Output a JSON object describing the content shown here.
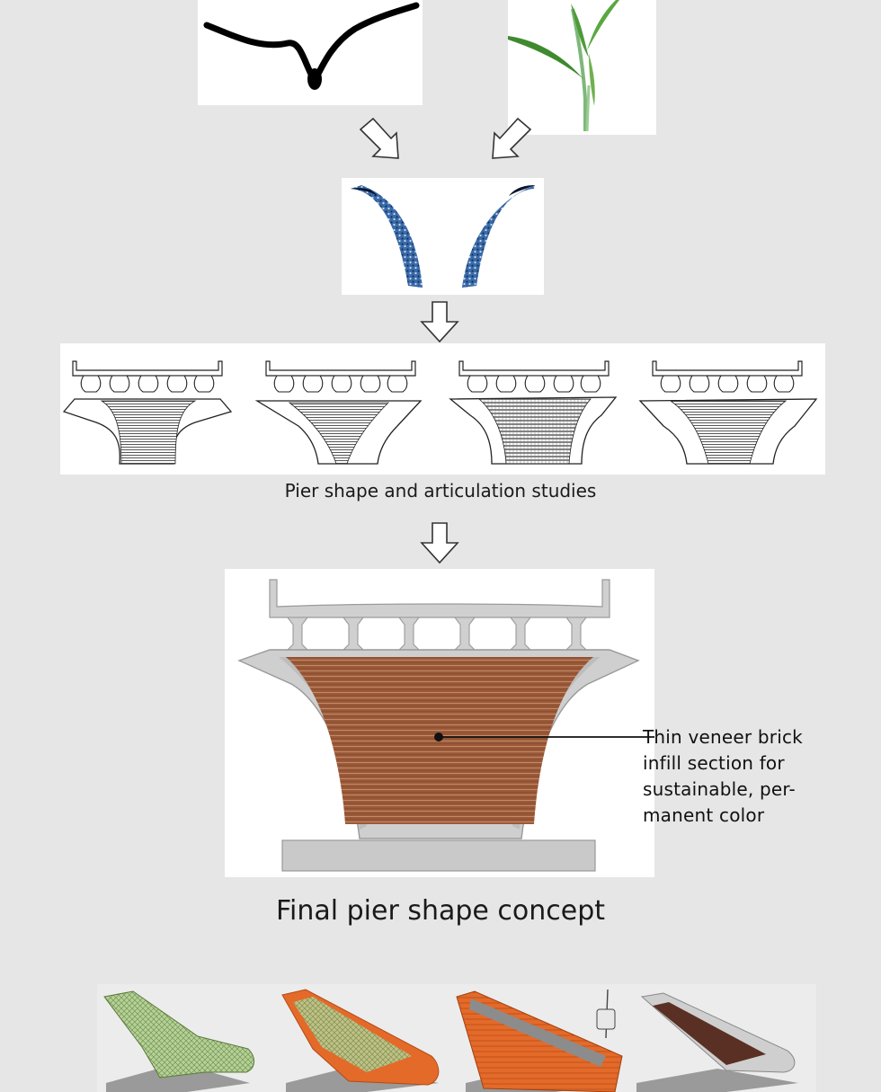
{
  "colors": {
    "background": "#e6e6e6",
    "panel": "#ffffff",
    "ink": "#1a1a1a",
    "concrete": "#cfcfcf",
    "brick": "#9a5a3a",
    "leaf_green": "#4f9a3a",
    "swash_blue": "#1b3e7a"
  },
  "icons": [
    "brush-stroke-sketch",
    "plant-sprout",
    "arrow-down-icon",
    "mirrored-brush-strokes",
    "pier-elevation-study",
    "pier-section",
    "pier-model-3d"
  ],
  "labels": {
    "studies_caption": "Pier shape and articulation studies",
    "final_caption": "Final pier shape concept",
    "callout_note": "Thin veneer brick\ninfill section for\nsustainable, per-\nmanent color"
  },
  "studies_count": 4,
  "models_count": 4
}
